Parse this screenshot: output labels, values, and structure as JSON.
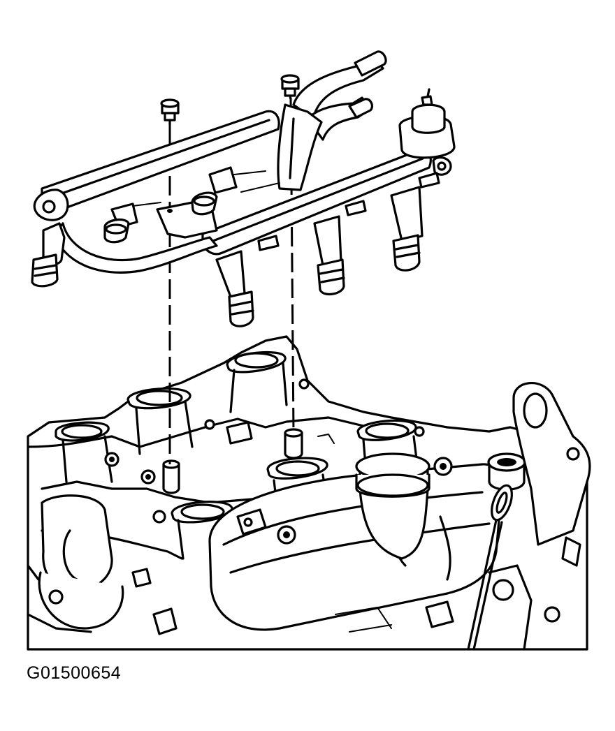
{
  "figure": {
    "code": "G01500654",
    "parts": {
      "upper": "fuel-rail-assembly",
      "lower": "engine-intake-manifold"
    },
    "icons": [
      "bolt-icon",
      "fuel-injector-icon",
      "pressure-regulator-icon",
      "oil-filler-cap-icon",
      "dipstick-icon"
    ]
  }
}
